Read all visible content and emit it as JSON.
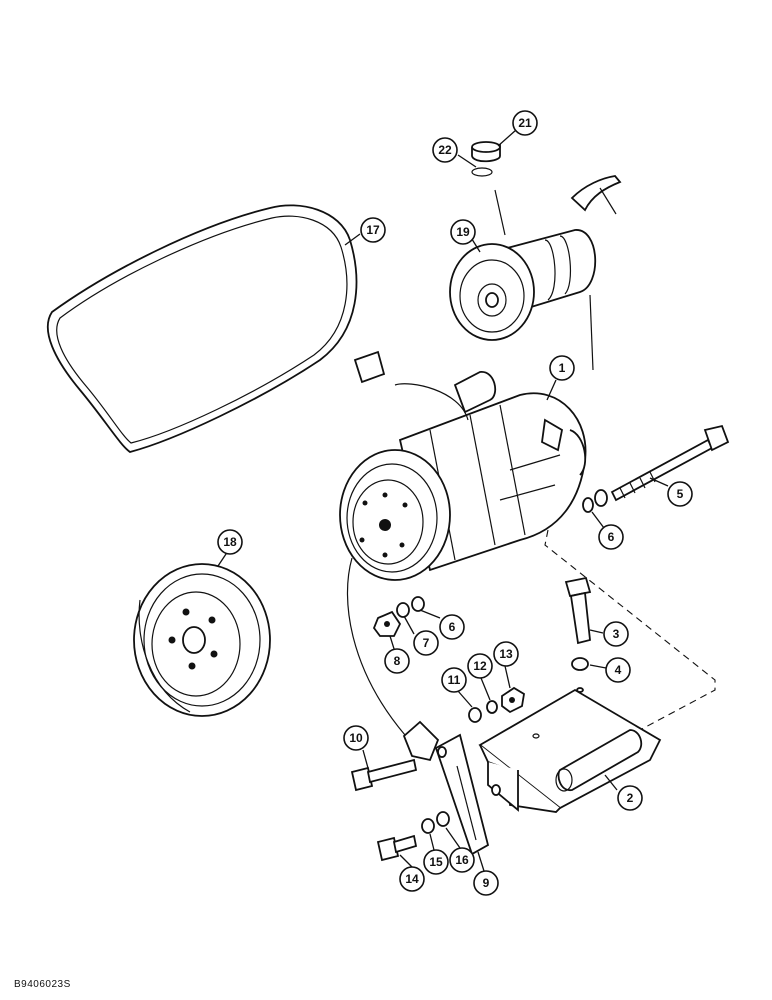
{
  "figure_id": "B9406023S",
  "callouts": [
    {
      "label": "1",
      "part": "compressor"
    },
    {
      "label": "2",
      "part": "mounting-bracket"
    },
    {
      "label": "3",
      "part": "bolt"
    },
    {
      "label": "4",
      "part": "washer"
    },
    {
      "label": "5",
      "part": "long-bolt"
    },
    {
      "label": "6",
      "part": "washer"
    },
    {
      "label": "6",
      "part": "washer"
    },
    {
      "label": "7",
      "part": "washer"
    },
    {
      "label": "8",
      "part": "nut"
    },
    {
      "label": "9",
      "part": "adjusting-strap"
    },
    {
      "label": "10",
      "part": "bolt"
    },
    {
      "label": "11",
      "part": "washer"
    },
    {
      "label": "12",
      "part": "washer"
    },
    {
      "label": "13",
      "part": "nut"
    },
    {
      "label": "14",
      "part": "bolt"
    },
    {
      "label": "15",
      "part": "washer"
    },
    {
      "label": "16",
      "part": "washer"
    },
    {
      "label": "17",
      "part": "drive-belt"
    },
    {
      "label": "18",
      "part": "pulley"
    },
    {
      "label": "19",
      "part": "clutch-compressor"
    },
    {
      "label": "21",
      "part": "plug"
    },
    {
      "label": "22",
      "part": "o-ring"
    }
  ]
}
